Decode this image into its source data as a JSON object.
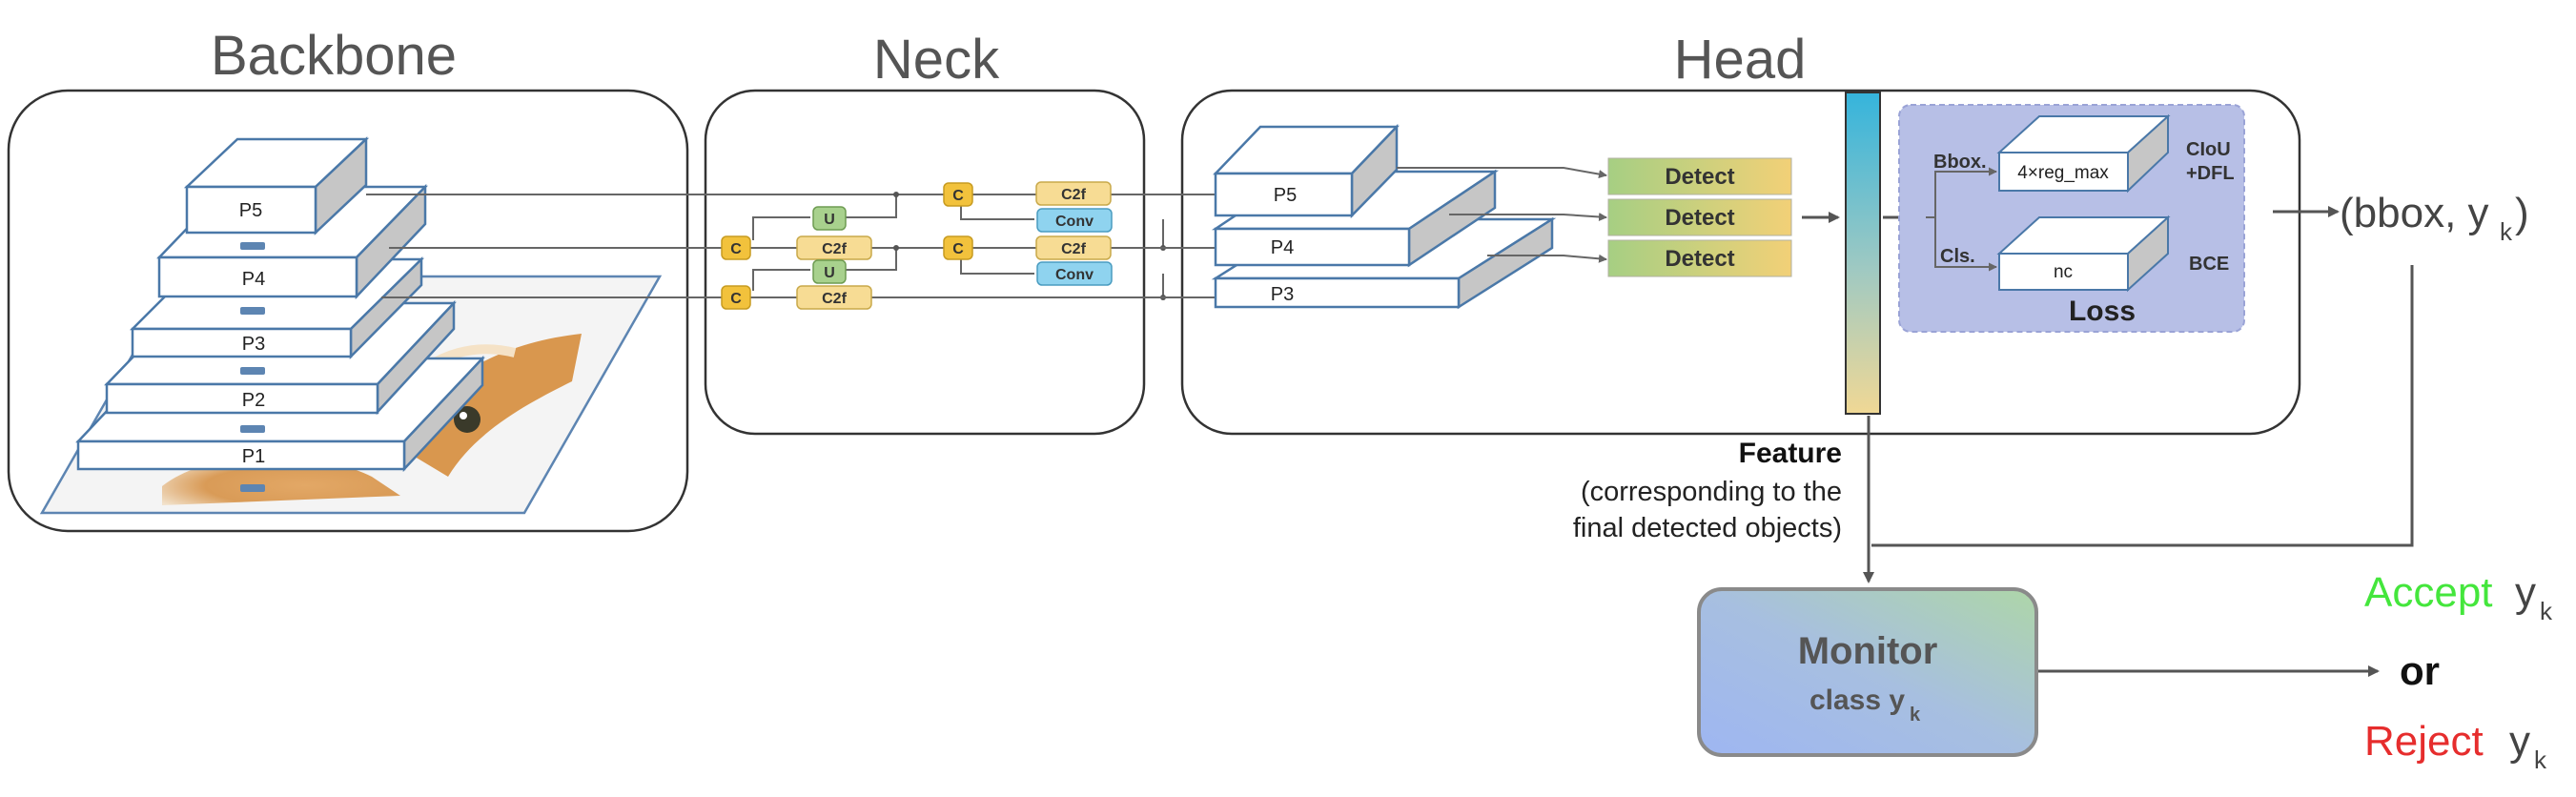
{
  "sections": {
    "backbone": "Backbone",
    "neck": "Neck",
    "head": "Head"
  },
  "backbone_levels": [
    "P5",
    "P4",
    "P3",
    "P2",
    "P1"
  ],
  "neck_blocks": {
    "concat": "C",
    "c2f": "C2f",
    "upsample": "U",
    "conv": "Conv"
  },
  "head": {
    "levels": [
      "P5",
      "P4",
      "P3"
    ],
    "detect_label": "Detect",
    "bbox_label": "Bbox.",
    "cls_label": "Cls.",
    "bbox_block": "4×reg_max",
    "cls_block": "nc",
    "bbox_loss_1": "CIoU",
    "bbox_loss_2": "+DFL",
    "cls_loss": "BCE",
    "loss_title": "Loss"
  },
  "output": {
    "prefix": "(bbox, y",
    "sub": "k",
    "suffix": ")"
  },
  "feature": {
    "title": "Feature",
    "note_line1": "(corresponding to the",
    "note_line2": "final detected objects)"
  },
  "monitor": {
    "title": "Monitor",
    "subtitle": "class y",
    "sub": "k"
  },
  "decision": {
    "accept": "Accept",
    "or": "or",
    "reject": "Reject",
    "y": "y",
    "sub": "k"
  },
  "colors": {
    "concat": "#f2c23c",
    "c2f": "#f7dc94",
    "upsample": "#a8d18d",
    "conv": "#8fd3ef",
    "accept": "#44e63c",
    "reject": "#e62d2d"
  }
}
